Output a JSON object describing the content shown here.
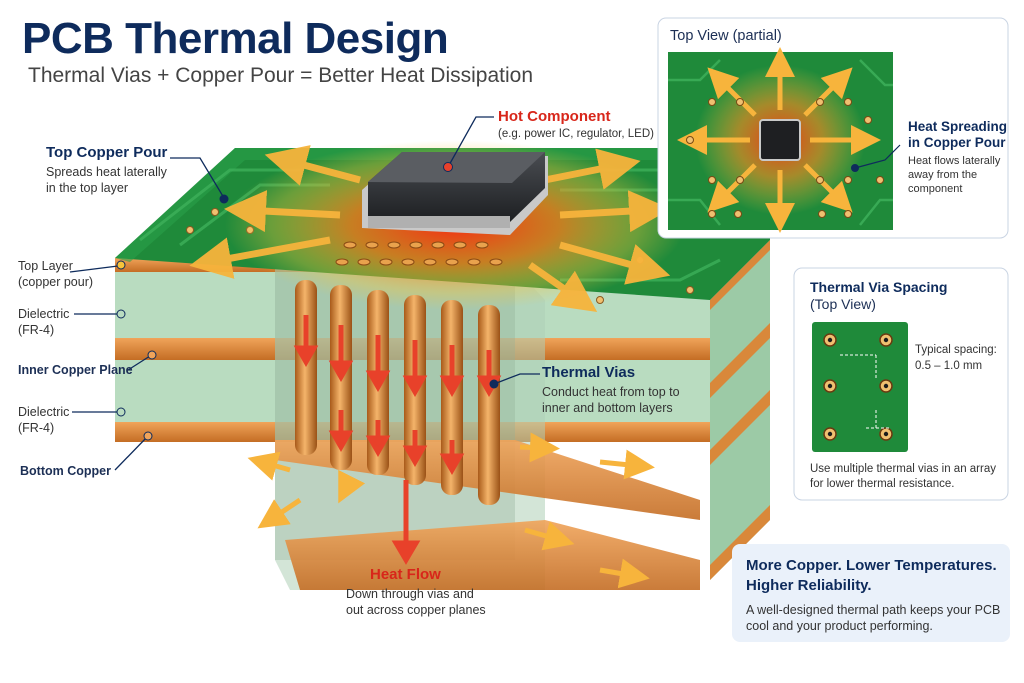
{
  "header": {
    "title": "PCB Thermal Design",
    "subtitle": "Thermal Vias + Copper Pour = Better Heat Dissipation"
  },
  "labels": {
    "hot_component": {
      "title": "Hot Component",
      "desc": "(e.g. power IC, regulator, LED)"
    },
    "top_copper_pour": {
      "title": "Top Copper Pour",
      "desc_line1": "Spreads heat laterally",
      "desc_line2": "in the top layer"
    },
    "top_layer": {
      "line1": "Top Layer",
      "line2": "(copper pour)"
    },
    "dielectric_1": {
      "line1": "Dielectric",
      "line2": "(FR-4)"
    },
    "inner_copper_plane": "Inner Copper Plane",
    "dielectric_2": {
      "line1": "Dielectric",
      "line2": "(FR-4)"
    },
    "bottom_copper": "Bottom Copper",
    "thermal_vias": {
      "title": "Thermal Vias",
      "desc_line1": "Conduct heat from top to",
      "desc_line2": "inner and bottom layers"
    },
    "heat_flow": {
      "title": "Heat Flow",
      "desc_line1": "Down through vias and",
      "desc_line2": "out across copper planes"
    }
  },
  "top_view_panel": {
    "title": "Top View (partial)",
    "heading_line1": "Heat Spreading",
    "heading_line2": "in Copper Pour",
    "desc_line1": "Heat flows laterally",
    "desc_line2": "away from the",
    "desc_line3": "component"
  },
  "via_spacing_panel": {
    "title_line1": "Thermal Via Spacing",
    "title_line2": "(Top View)",
    "spacing_label": "Typical spacing:",
    "spacing_value": "0.5 – 1.0 mm",
    "note_line1": "Use multiple thermal vias in an array",
    "note_line2": "for lower thermal resistance."
  },
  "callout": {
    "heading_line1": "More Copper. Lower Temperatures.",
    "heading_line2": "Higher Reliability.",
    "body_line1": "A well-designed thermal path keeps your PCB",
    "body_line2": "cool and your product performing."
  },
  "colors": {
    "pcb_green": "#1f8a3a",
    "copper": "#d9883a",
    "dielectric": "#b9dcc0",
    "heat_red": "#e8412a",
    "heat_arrow": "#f7b43c",
    "navy": "#0e2b5c"
  }
}
